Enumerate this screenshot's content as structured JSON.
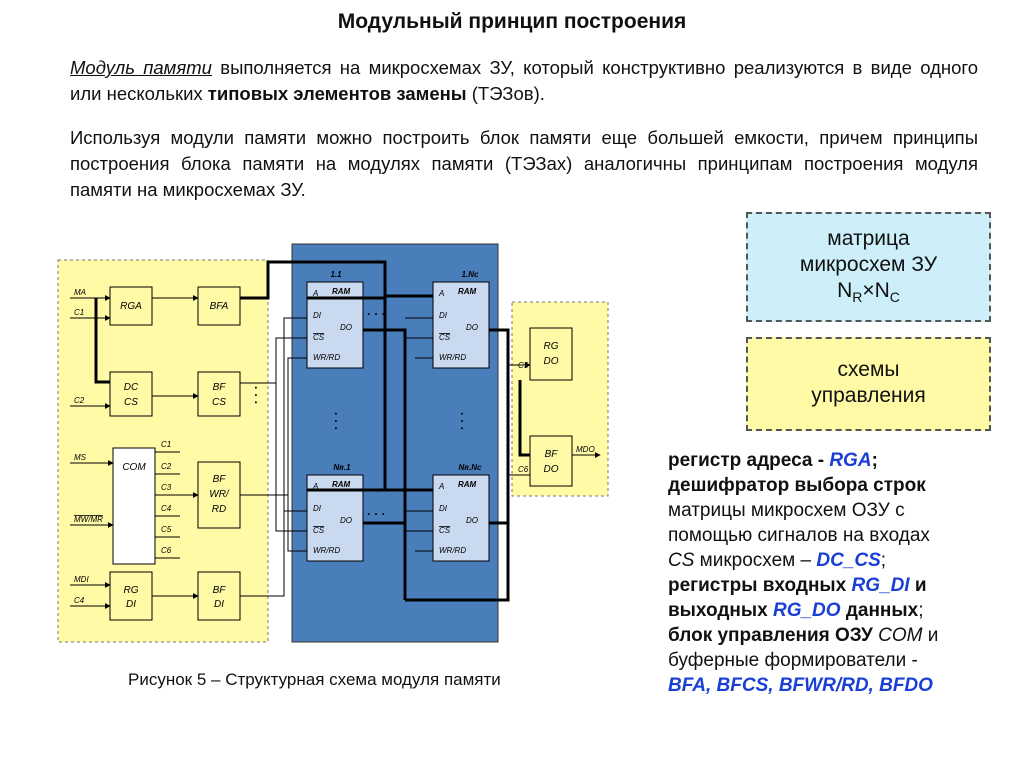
{
  "title": "Модульный принцип построения",
  "p1": {
    "term": "Модуль памяти",
    "text1": " выполняется на микросхемах ЗУ, который конструктивно реализуются в виде одного или нескольких ",
    "bold": "типовых элементов замены",
    "text2": " (ТЭЗов)."
  },
  "p2": "Используя модули памяти можно построить блок памяти еще большей емкости, причем принципы построения блока памяти на модулях памяти (ТЭЗах) аналогичны принципам построения модуля памяти на микросхемах ЗУ.",
  "legend": {
    "matrix_line1": "матрица",
    "matrix_line2": "микросхем ЗУ",
    "matrix_formula": "NR×NC",
    "control_line1": "схемы",
    "control_line2": "управления",
    "matrix_color": "#cdeff9",
    "control_color": "#fffaa6"
  },
  "caption": "Рисунок 5 – Структурная схема модуля памяти",
  "description": {
    "l1a": "регистр адреса - ",
    "l1b": "RGA",
    "l1c": ";",
    "l2": "дешифратор выбора строк",
    "l3": "матрицы микросхем ОЗУ с",
    "l4": "помощью сигналов на входах",
    "l5a": "CS",
    "l5b": " микросхем – ",
    "l5c": "DC_CS",
    "l5d": ";",
    "l6a": "регистры входных ",
    "l6b": "RG_DI",
    "l6c": " и",
    "l7a": "выходных ",
    "l7b": "RG_DO",
    "l7c": " данных",
    "l7d": ";",
    "l8a": "блок управления ОЗУ ",
    "l8b": "COM",
    "l8c": " и",
    "l9": "буферные формирователи -",
    "l10": "BFA, BFCS, BFWR/RD, BFDO"
  },
  "diagram": {
    "colors": {
      "yellow": "#fffaa6",
      "blue": "#4a7ebb",
      "chip": "#c9d9ef"
    },
    "signals": {
      "ma": "MA",
      "c1": "C1",
      "c2": "C2",
      "ms": "MS",
      "mwmr": "MW/MR",
      "mdi": "MDI",
      "c4": "C4",
      "c5": "C5",
      "c6": "C6",
      "mdo": "MDO"
    },
    "com_outputs": [
      "C1",
      "C2",
      "C3",
      "C4",
      "C5",
      "C6"
    ],
    "blocks": {
      "rga": "RGA",
      "bfa": "BFA",
      "dc1": "DC",
      "dc2": "CS",
      "bfcs1": "BF",
      "bfcs2": "CS",
      "com": "COM",
      "bfwr1": "BF",
      "bfwr2": "WR/",
      "bfwr3": "RD",
      "rgdi1": "RG",
      "rgdi2": "DI",
      "bfdi1": "BF",
      "bfdi2": "DI",
      "rgdo1": "RG",
      "rgdo2": "DO",
      "bfdo1": "BF",
      "bfdo2": "DO"
    },
    "chip_labels": {
      "c11": "1.1",
      "c1n": "1.Nc",
      "cn1": "Nʀ.1",
      "cnn": "Nʀ.Nc"
    },
    "chip_pins": {
      "ram": "RAM",
      "a": "A",
      "di": "DI",
      "cs": "CS",
      "do": "DO",
      "wrrd": "WR/RD"
    },
    "dots": "· · ·"
  }
}
